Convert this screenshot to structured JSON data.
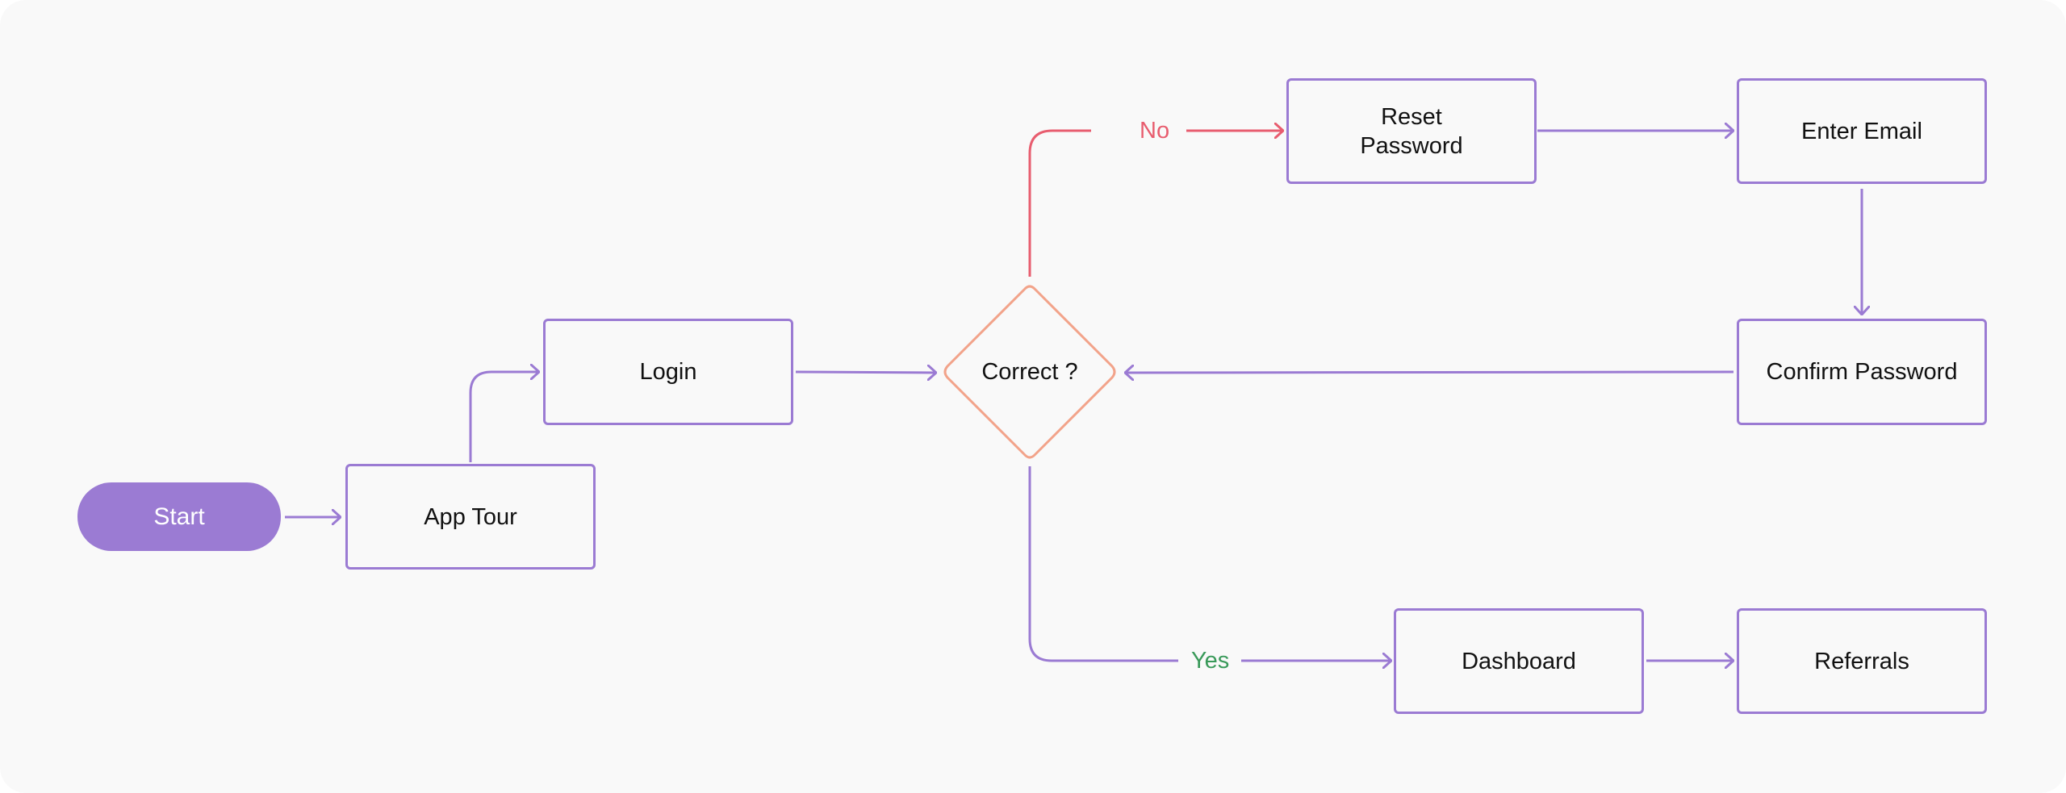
{
  "colors": {
    "primary": "#9b7bd3",
    "no_branch": "#e85d6f",
    "yes_branch": "#3a9a5a",
    "decision": "#f2a38a",
    "background": "#f9f9f9"
  },
  "nodes": {
    "start": "Start",
    "app_tour": "App Tour",
    "login": "Login",
    "decision": "Correct ?",
    "reset_password": "Reset\nPassword",
    "enter_email": "Enter Email",
    "confirm_password": "Confirm Password",
    "dashboard": "Dashboard",
    "referrals": "Referrals"
  },
  "edge_labels": {
    "no": "No",
    "yes": "Yes"
  }
}
